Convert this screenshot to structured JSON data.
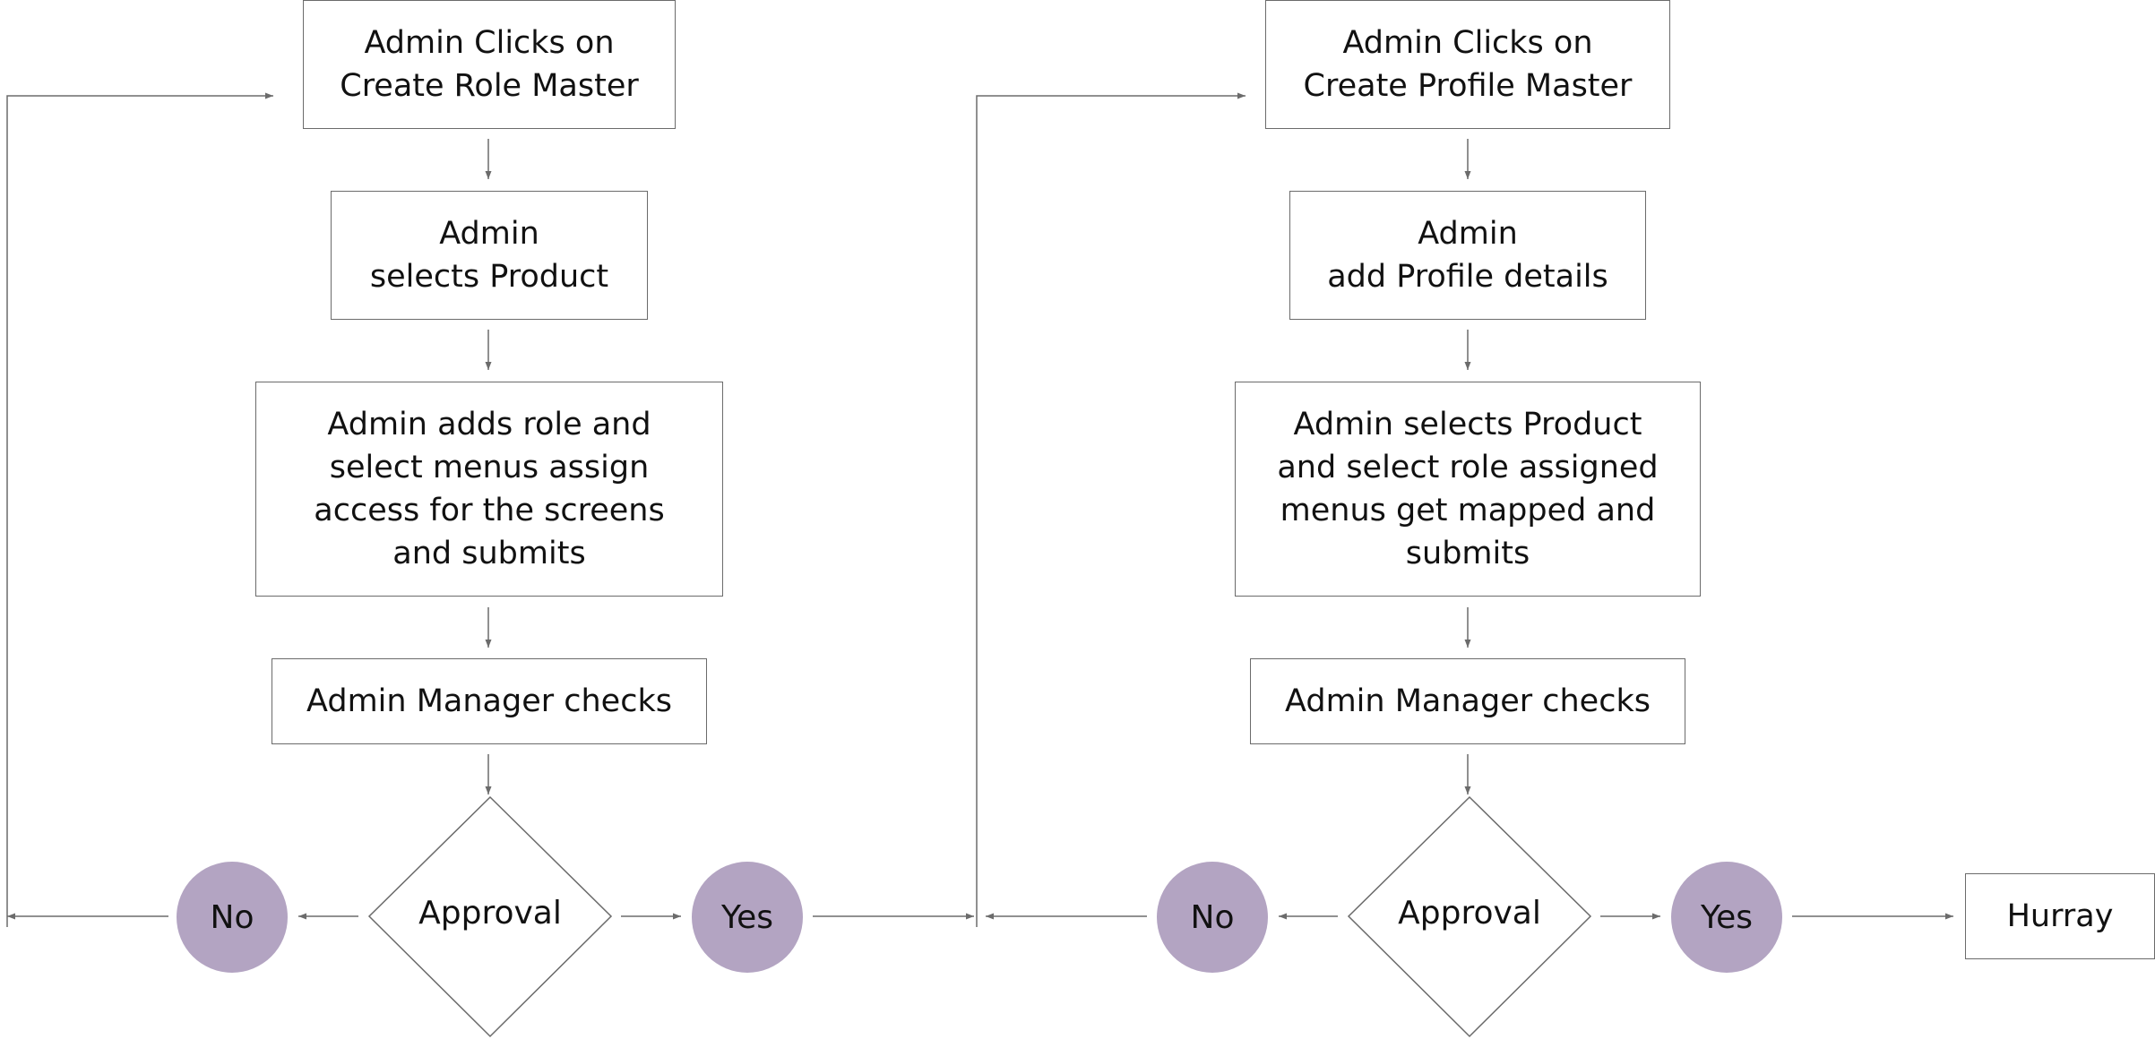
{
  "colors": {
    "stroke": "#6b6b6b",
    "decision_circle_fill": "#b3a4c2",
    "box_fill": "#ffffff",
    "text": "#111111"
  },
  "left_flow": {
    "step1": "Admin Clicks on\nCreate Role Master",
    "step2": "Admin\nselects Product",
    "step3": "Admin adds role and\nselect menus assign\naccess for the screens\nand submits",
    "step4": "Admin Manager checks",
    "decision": "Approval",
    "no": "No",
    "yes": "Yes"
  },
  "right_flow": {
    "step1": "Admin Clicks on\nCreate Profile Master",
    "step2": "Admin\nadd Profile details",
    "step3": "Admin selects Product\nand select role assigned\nmenus get mapped and\nsubmits",
    "step4": "Admin Manager checks",
    "decision": "Approval",
    "no": "No",
    "yes": "Yes",
    "end": "Hurray"
  }
}
